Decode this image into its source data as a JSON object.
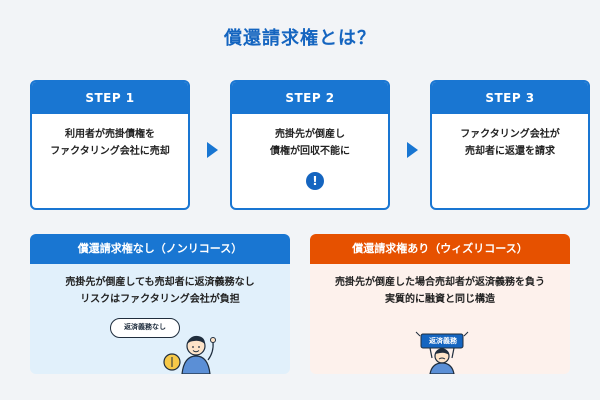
{
  "title": "償還請求権とは？",
  "steps": [
    {
      "label": "STEP 1",
      "lines": [
        "利用者が売掛債権を",
        "ファクタリング会社に売却"
      ]
    },
    {
      "label": "STEP 2",
      "lines": [
        "売掛先が倒産し",
        "債権が回収不能に"
      ],
      "badge": "!"
    },
    {
      "label": "STEP 3",
      "lines": [
        "ファクタリング会社が",
        "売却者に返還を請求"
      ]
    }
  ],
  "panels": {
    "without": {
      "title": "償還請求権なし（ノンリコース）",
      "lines": [
        "売掛先が倒産しても売却者に返済義務なし",
        "リスクはファクタリング会社が負担"
      ],
      "bubble": "返済義務なし"
    },
    "with": {
      "title": "償還請求権あり（ウィズリコース）",
      "lines": [
        "売掛先が倒産した場合売却者が返済義務を負う",
        "実質的に融資と同じ構造"
      ],
      "burden": "返済義務"
    }
  },
  "colors": {
    "primary": "#1976d2",
    "title": "#1565c0",
    "accent": "#e65100",
    "panel_blue_bg": "#e1f0fb",
    "panel_orange_bg": "#fdf1ec"
  }
}
